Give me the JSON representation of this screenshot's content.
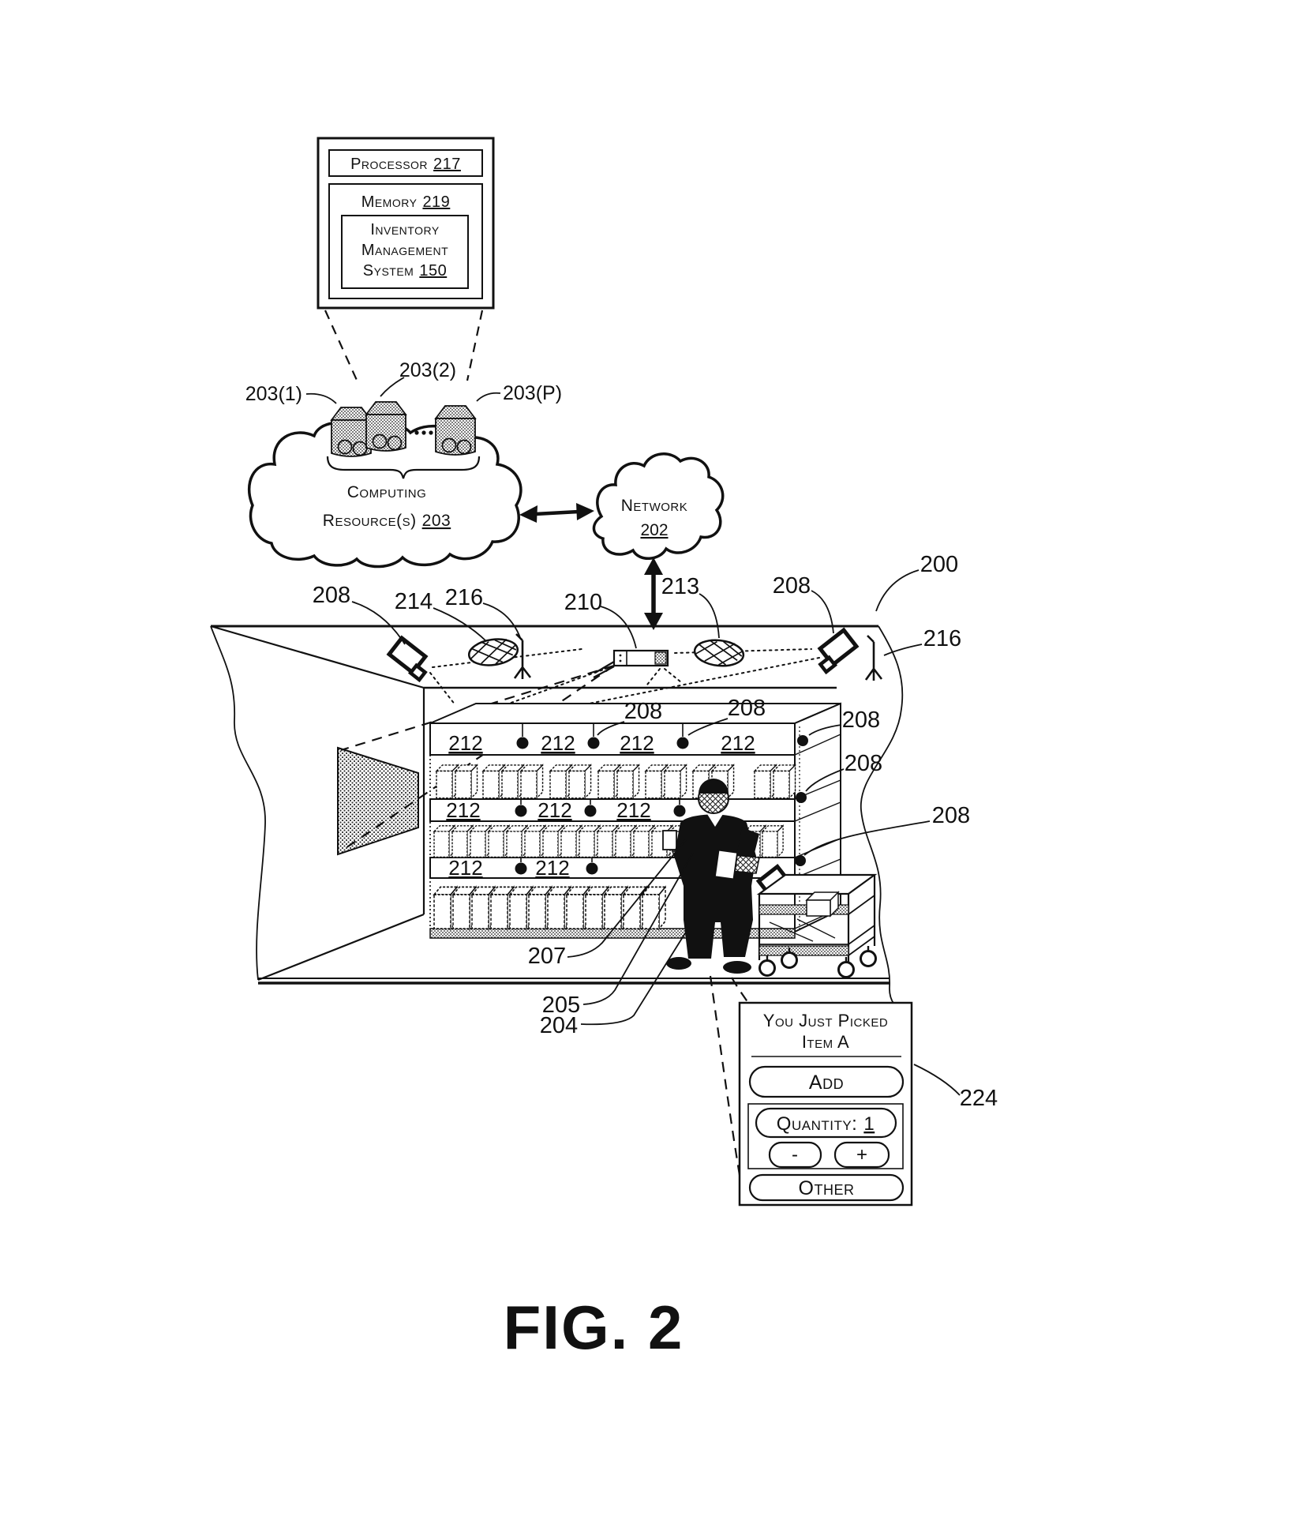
{
  "figure": {
    "caption": "FIG. 2"
  },
  "system_box": {
    "processor_label": "Processor",
    "processor_ref": "217",
    "memory_label": "Memory",
    "memory_ref": "219",
    "ims_line1": "Inventory",
    "ims_line2": "Management",
    "ims_line3": "System",
    "ims_ref": "150"
  },
  "servers": {
    "label_1": "203(1)",
    "label_2": "203(2)",
    "label_p": "203(P)"
  },
  "computing_cloud": {
    "line1": "Computing",
    "line2": "Resource(s)",
    "ref": "203"
  },
  "network_cloud": {
    "label": "Network",
    "ref": "202"
  },
  "refs": {
    "200": "200",
    "204": "204",
    "205": "205",
    "207": "207",
    "208": "208",
    "210": "210",
    "212": "212",
    "213": "213",
    "214": "214",
    "216": "216",
    "224": "224"
  },
  "panel": {
    "title_line1": "You Just Picked",
    "title_line2": "Item A",
    "add_label": "Add",
    "quantity_label": "Quantity:",
    "quantity_value": "1",
    "decrement_label": "-",
    "increment_label": "+",
    "other_label": "Other"
  }
}
